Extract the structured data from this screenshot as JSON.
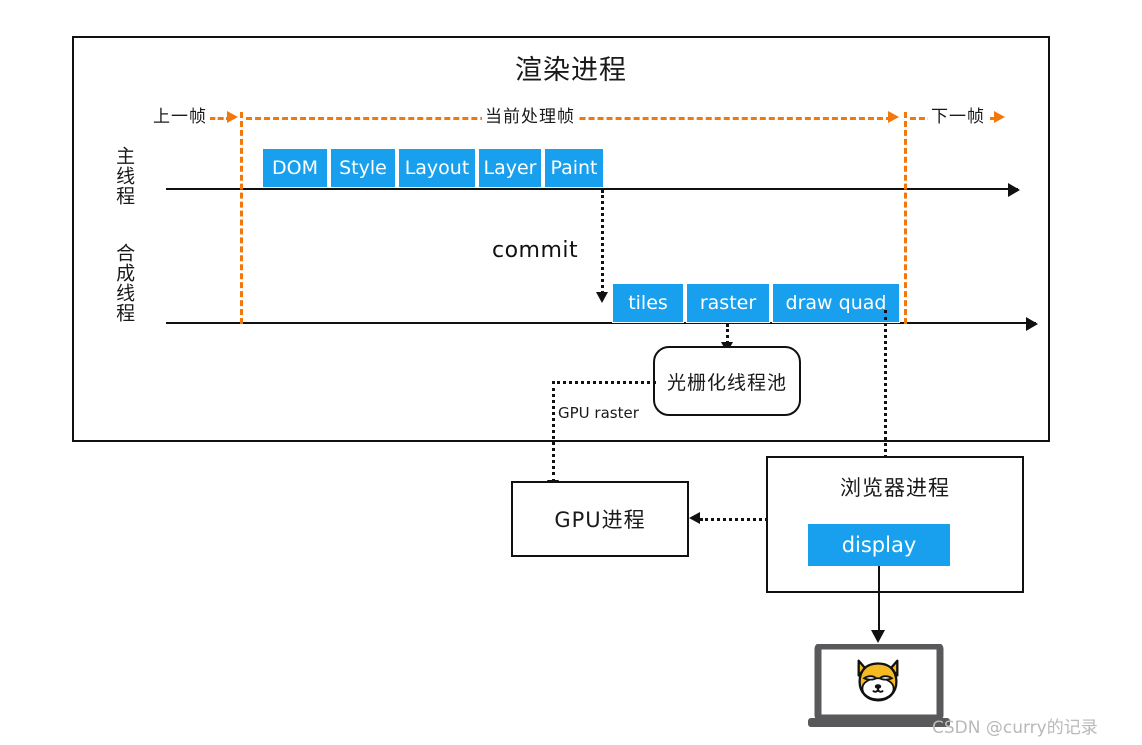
{
  "renderer": {
    "title": "渲染进程",
    "rails": [
      {
        "id": "main",
        "label": "主线程"
      },
      {
        "id": "compositor",
        "label": "合成线程"
      }
    ],
    "main_thread_stages": [
      {
        "label": "DOM"
      },
      {
        "label": "Style"
      },
      {
        "label": "Layout"
      },
      {
        "label": "Layer"
      },
      {
        "label": "Paint"
      }
    ],
    "compositor_stages": [
      {
        "label": "tiles"
      },
      {
        "label": "raster"
      },
      {
        "label": "draw quad"
      }
    ],
    "commit_label": "commit",
    "frame_markers": [
      {
        "label": "上一帧"
      },
      {
        "label": "当前处理帧"
      },
      {
        "label": "下一帧"
      }
    ],
    "raster_pool": "光栅化线程池",
    "gpu_raster_label": "GPU raster"
  },
  "gpu_process": {
    "title": "GPU进程"
  },
  "browser_process": {
    "title": "浏览器进程",
    "display_label": "display"
  },
  "device": {
    "icon": "laptop-icon",
    "screen_icon": "shiba-dog-face-icon"
  },
  "watermark": {
    "text": "CSDN @curry的记录"
  },
  "colors": {
    "accent_blue": "#18a0ee",
    "frame_orange": "#f2780c",
    "line_black": "#111111",
    "watermark_gray": "#b9b9b9"
  }
}
